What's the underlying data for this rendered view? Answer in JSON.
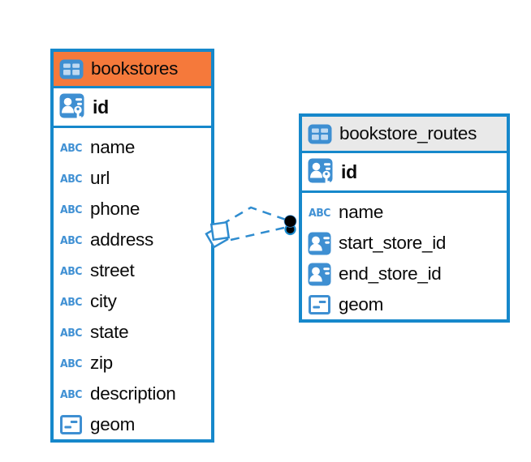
{
  "diagram": {
    "tables": [
      {
        "name": "bookstores",
        "header_color": "#F5793B",
        "primary_key": {
          "name": "id",
          "type": "primary-key"
        },
        "columns": [
          {
            "name": "name",
            "type": "text"
          },
          {
            "name": "url",
            "type": "text"
          },
          {
            "name": "phone",
            "type": "text"
          },
          {
            "name": "address",
            "type": "text"
          },
          {
            "name": "street",
            "type": "text"
          },
          {
            "name": "city",
            "type": "text"
          },
          {
            "name": "state",
            "type": "text"
          },
          {
            "name": "zip",
            "type": "text"
          },
          {
            "name": "description",
            "type": "text"
          },
          {
            "name": "geom",
            "type": "geometry"
          }
        ]
      },
      {
        "name": "bookstore_routes",
        "header_color": "#E9E9E9",
        "primary_key": {
          "name": "id",
          "type": "primary-key"
        },
        "columns": [
          {
            "name": "name",
            "type": "text"
          },
          {
            "name": "start_store_id",
            "type": "reference"
          },
          {
            "name": "end_store_id",
            "type": "reference"
          },
          {
            "name": "geom",
            "type": "geometry"
          }
        ]
      }
    ],
    "relationships": [
      {
        "from_table": "bookstores",
        "to_table": "bookstore_routes",
        "style": "dashed"
      },
      {
        "from_table": "bookstores",
        "to_table": "bookstore_routes",
        "style": "dashed"
      }
    ],
    "colors": {
      "table_border": "#1688CB",
      "relationship_line": "#2F8CCF",
      "icon_blue": "#3E8FD2",
      "text_type_icon_blue": "#4191D4",
      "bookstores_header": "#F5793B",
      "bookstore_routes_header": "#E9E9E9",
      "text": "#0A0A0A",
      "canvas_background": "#FFFFFF"
    }
  }
}
